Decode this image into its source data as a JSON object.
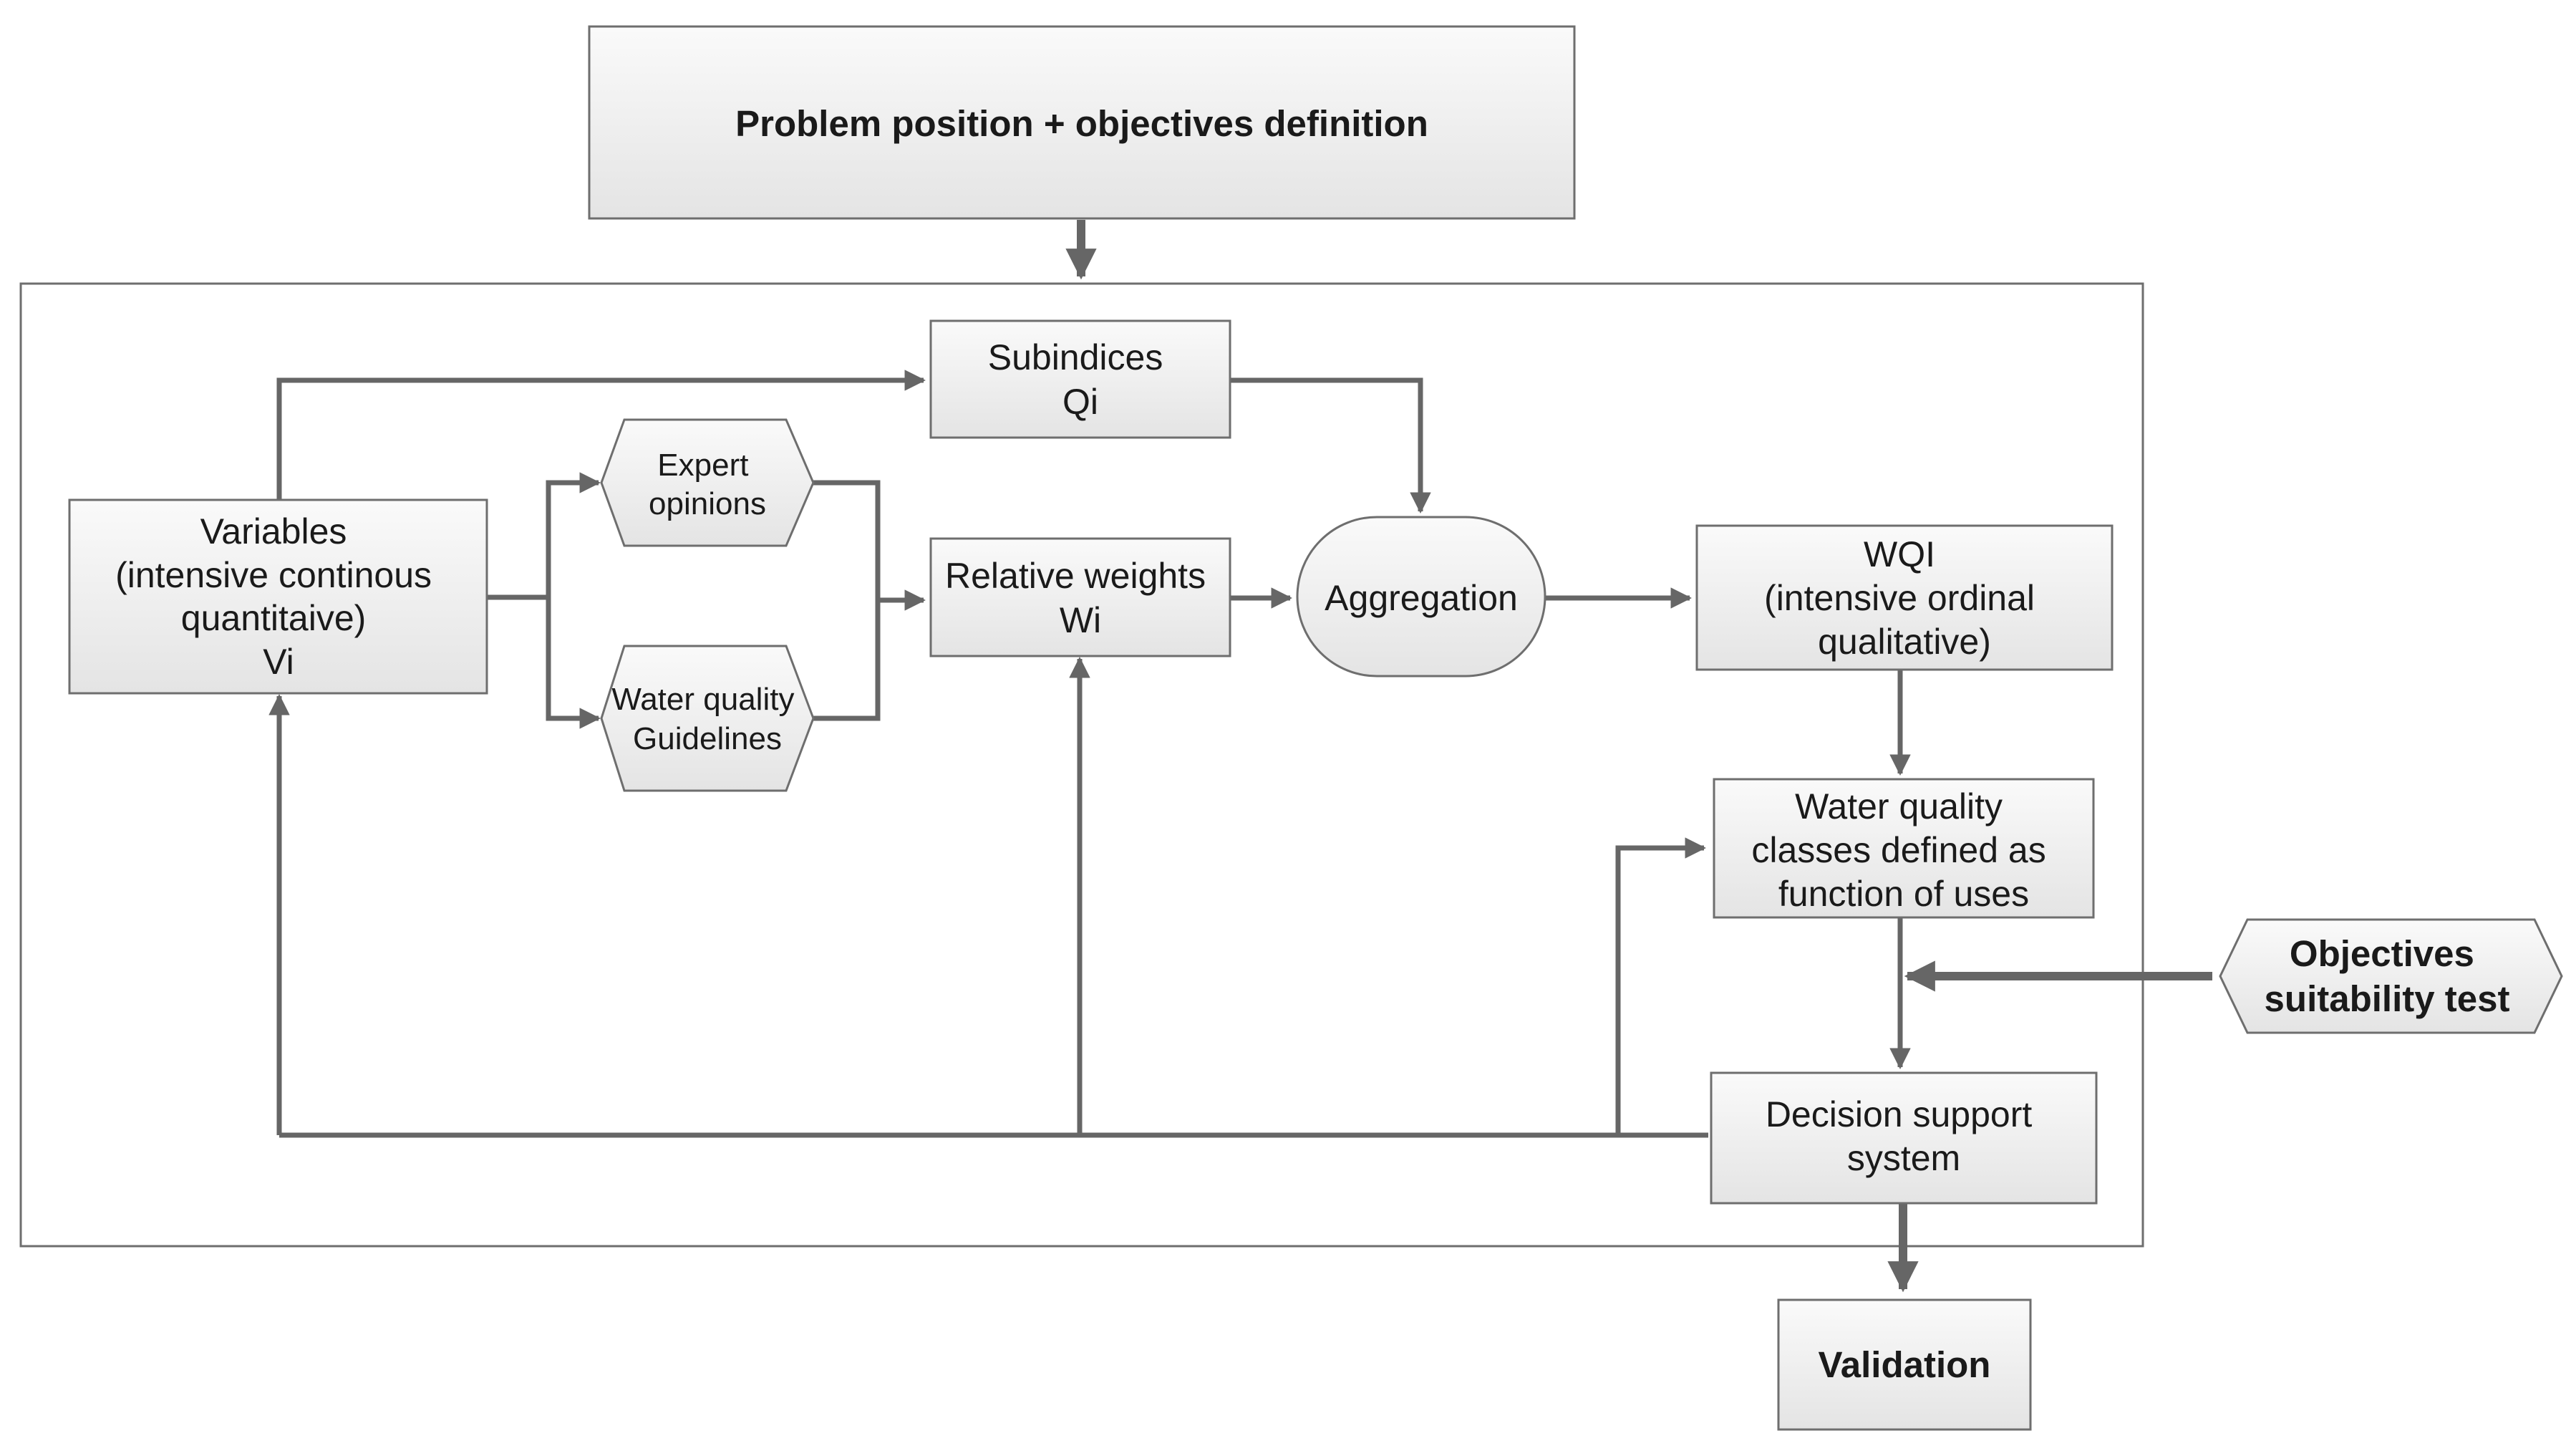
{
  "colors": {
    "connector": "#666666",
    "box_border": "#6e6e6e",
    "box_fill_top": "#fafafa",
    "box_fill_bottom": "#e6e6e6",
    "text": "#1a1a1a"
  },
  "nodes": {
    "problem": {
      "lines": [
        "Problem position + objectives definition"
      ]
    },
    "subindices": {
      "lines": [
        "Subindices",
        "Qi"
      ]
    },
    "variables": {
      "lines": [
        "Variables",
        "(intensive continous",
        "quantitaive)",
        "Vi"
      ]
    },
    "expert": {
      "lines": [
        "Expert",
        "opinions"
      ]
    },
    "guidelines": {
      "lines": [
        "Water quality",
        "Guidelines"
      ]
    },
    "weights": {
      "lines": [
        "Relative weights",
        "Wi"
      ]
    },
    "aggregation": {
      "lines": [
        "Aggregation"
      ]
    },
    "wqi": {
      "lines": [
        "WQI",
        "(intensive ordinal",
        "qualitative)"
      ]
    },
    "classes": {
      "lines": [
        "Water quality",
        "classes defined as",
        "function of uses"
      ]
    },
    "objectives_test": {
      "lines": [
        "Objectives",
        "suitability test"
      ]
    },
    "dss": {
      "lines": [
        "Decision support",
        "system"
      ]
    },
    "validation": {
      "lines": [
        "Validation"
      ]
    }
  }
}
